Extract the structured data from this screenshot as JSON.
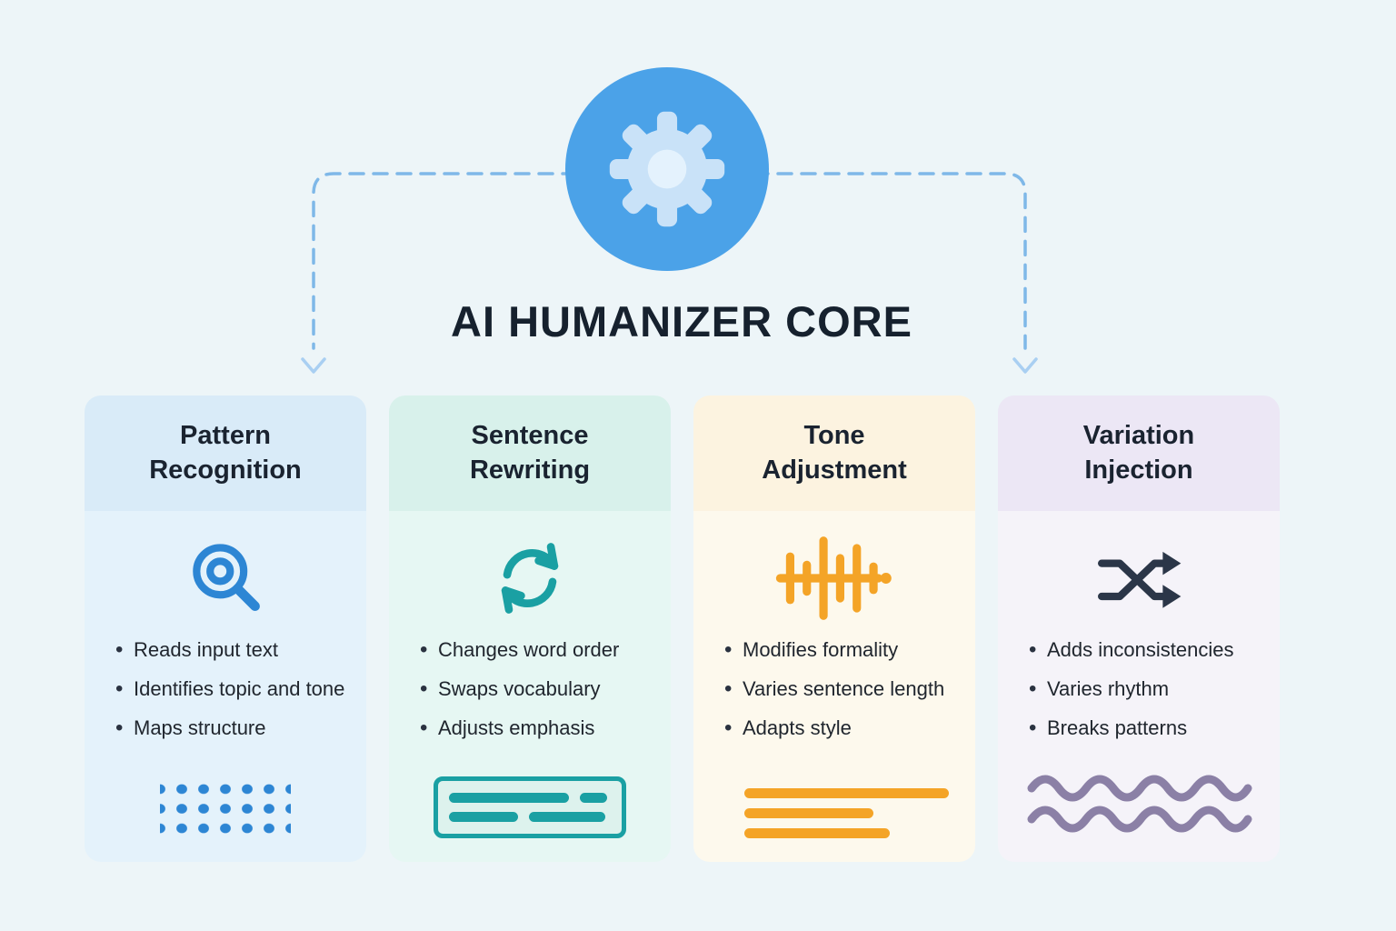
{
  "hero": {
    "title": "AI HUMANIZER CORE",
    "core_icon": "gear-icon"
  },
  "palette": {
    "background": "#EDF5F8",
    "title_color": "#16212E",
    "core_circle": "#4BA2E8",
    "gear_fill": "#C9E2F8",
    "connector_dash": "#7FB8E8",
    "connector_arrow": "#A9CFF2"
  },
  "cards": [
    {
      "title": "Pattern Recognition",
      "icon": "magnifier-focus-icon",
      "accent": "#2D86D4",
      "header_bg": "#D9EBF8",
      "body_bg": "#E4F2FB",
      "bullets": [
        "Reads input text",
        "Identifies topic and tone",
        "Maps structure"
      ],
      "decoration": "dot-grid"
    },
    {
      "title": "Sentence Rewriting",
      "icon": "refresh-cycle-icon",
      "accent": "#1AA0A3",
      "header_bg": "#D8F1EB",
      "body_bg": "#E6F7F3",
      "bullets": [
        "Changes word order",
        "Swaps vocabulary",
        "Adjusts emphasis"
      ],
      "decoration": "text-box-lines"
    },
    {
      "title": "Tone Adjustment",
      "icon": "waveform-icon",
      "accent": "#F4A427",
      "header_bg": "#FCF3E0",
      "body_bg": "#FDF9ED",
      "bullets": [
        "Modifies formality",
        "Varies sentence length",
        "Adapts style"
      ],
      "decoration": "horizontal-lines"
    },
    {
      "title": "Variation Injection",
      "icon": "shuffle-icon",
      "accent": "#2B3648",
      "header_bg": "#ECE7F5",
      "body_bg": "#F5F3F9",
      "bullets": [
        "Adds inconsistencies",
        "Varies rhythm",
        "Breaks patterns"
      ],
      "decoration": "wavy-lines",
      "wave_color": "#8B80A6"
    }
  ]
}
